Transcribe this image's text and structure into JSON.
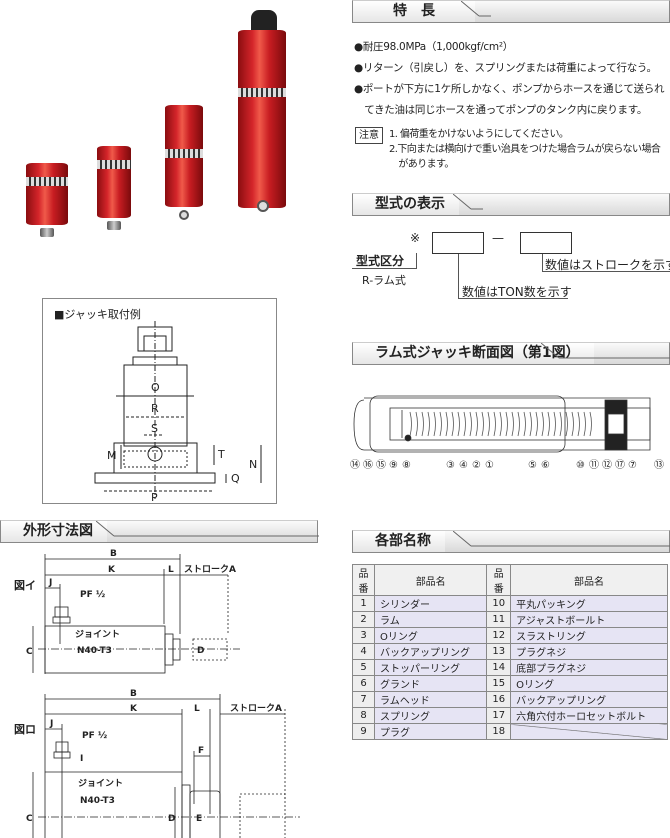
{
  "features": {
    "title": "特　長",
    "items": [
      "●耐圧98.0MPa（1,000kgf/cm²）",
      "●リターン（引戻し）を、スプリングまたは荷重によって行なう。",
      "●ポートが下方に1ケ所しかなく、ポンプからホースを通じて送られ",
      "　てきた油は同じホースを通ってポンプのタンク内に戻ります。"
    ],
    "note_label": "注意",
    "notes": [
      "1. 偏荷重をかけないようにしてください。",
      "2.下向または横向けで重い治具をつけた場合ラムが戻らない場合",
      "　があります。"
    ]
  },
  "model": {
    "title": "型式の表示",
    "mark": "※",
    "dash": "—",
    "type_label": "型式区分",
    "type_value": "R-ラム式",
    "ton_label": "数値はTON数を示す",
    "stroke_label": "数値はストロークを示す"
  },
  "section": {
    "title": "ラム式ジャッキ断面図（第1図）",
    "callouts": [
      "⑭",
      "⑯",
      "⑮",
      "⑨",
      "⑧",
      "③",
      "④",
      "②",
      "①",
      "⑤",
      "⑥",
      "⑩",
      "⑪",
      "⑫",
      "⑰",
      "⑦",
      "⑬"
    ]
  },
  "mount": {
    "title": "■ジャッキ取付例",
    "labels": {
      "O": "O",
      "R": "R",
      "S": "S",
      "M": "M",
      "T": "T",
      "N": "N",
      "Q": "Q",
      "P": "P"
    }
  },
  "dims": {
    "title": "外形寸法図",
    "fig1": "図イ",
    "fig2": "図ロ",
    "B": "B",
    "K": "K",
    "L": "L",
    "J": "J",
    "C": "C",
    "D": "D",
    "E": "E",
    "F": "F",
    "I": "I",
    "stroke": "ストロークA",
    "pf": "PF ½",
    "joint": "ジョイント",
    "joint_model": "N40-T3"
  },
  "parts": {
    "title": "各部名称",
    "headers": {
      "no": "品番",
      "name": "部品名"
    },
    "rows": [
      {
        "n1": "1",
        "p1": "シリンダー",
        "n2": "10",
        "p2": "平丸パッキング"
      },
      {
        "n1": "2",
        "p1": "ラム",
        "n2": "11",
        "p2": "アジャストボールト"
      },
      {
        "n1": "3",
        "p1": "Oリング",
        "n2": "12",
        "p2": "スラストリング"
      },
      {
        "n1": "4",
        "p1": "バックアップリング",
        "n2": "13",
        "p2": "プラグネジ"
      },
      {
        "n1": "5",
        "p1": "ストッパーリング",
        "n2": "14",
        "p2": "底部プラグネジ"
      },
      {
        "n1": "6",
        "p1": "グランド",
        "n2": "15",
        "p2": "Oリング"
      },
      {
        "n1": "7",
        "p1": "ラムヘッド",
        "n2": "16",
        "p2": "バックアップリング"
      },
      {
        "n1": "8",
        "p1": "スプリング",
        "n2": "17",
        "p2": "六角穴付ホーロセットボルト"
      },
      {
        "n1": "9",
        "p1": "プラグ",
        "n2": "18",
        "p2": ""
      }
    ]
  }
}
